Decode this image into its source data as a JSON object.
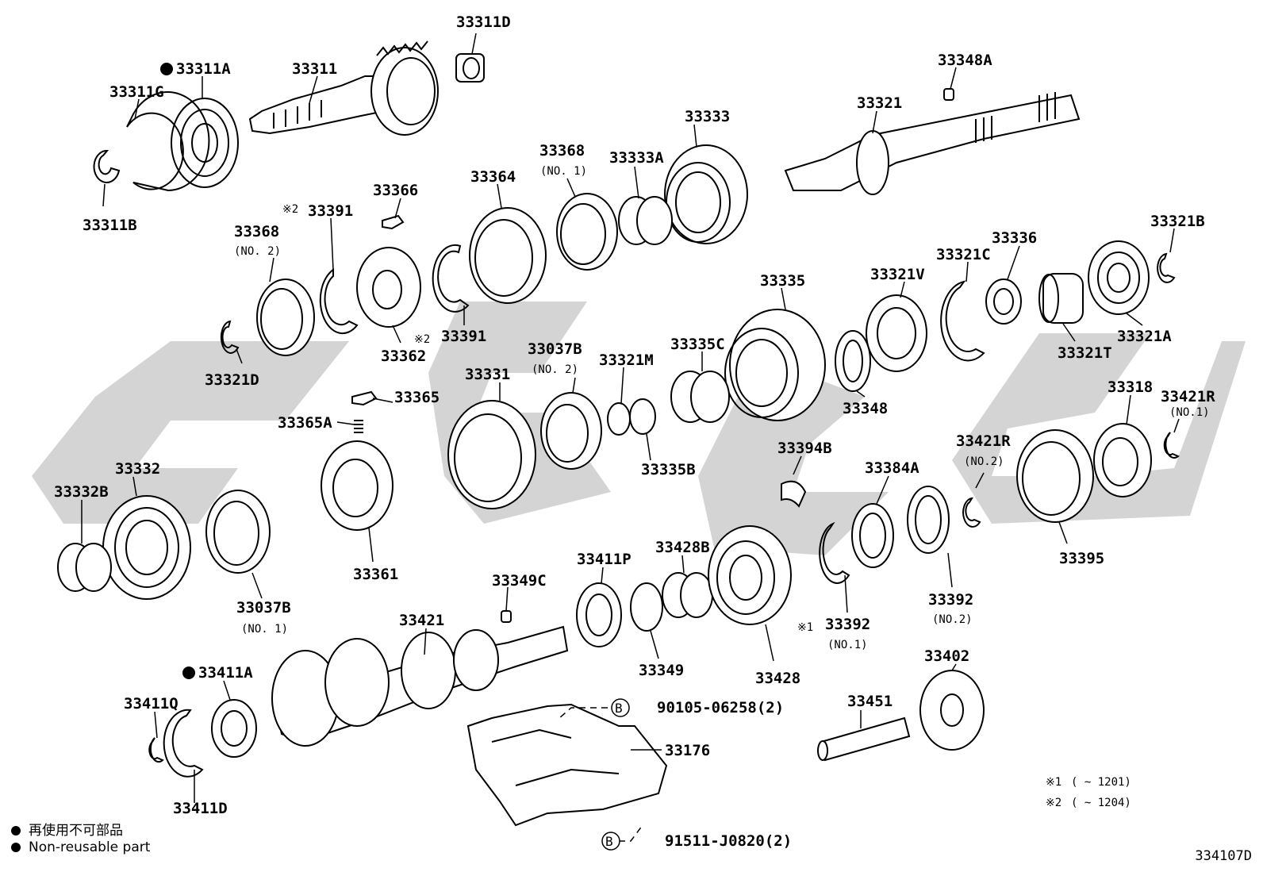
{
  "diagram_code": "334107D",
  "legend": [
    {
      "text": "再使用不可部品"
    },
    {
      "text": "Non-reusable part"
    }
  ],
  "notes": [
    {
      "mark": "※1",
      "text": "(        ~ 1201)"
    },
    {
      "mark": "※2",
      "text": "(        ~ 1204)"
    }
  ],
  "callouts": [
    {
      "circle": "B",
      "part": "90105-06258(2)"
    },
    {
      "circle": "B",
      "part": "91511-J0820(2)"
    }
  ],
  "parts": [
    {
      "id": "33311D"
    },
    {
      "id": "33311A",
      "nonreusable": true
    },
    {
      "id": "33311"
    },
    {
      "id": "33311G"
    },
    {
      "id": "33311B"
    },
    {
      "id": "33348A"
    },
    {
      "id": "33321"
    },
    {
      "id": "33333"
    },
    {
      "id": "33368",
      "sub": "(NO. 1)"
    },
    {
      "id": "33333A"
    },
    {
      "id": "33366"
    },
    {
      "id": "33364"
    },
    {
      "id": "33391",
      "mark": "※2"
    },
    {
      "id": "33368",
      "sub": "(NO. 2)"
    },
    {
      "id": "33321B"
    },
    {
      "id": "33336"
    },
    {
      "id": "33321C"
    },
    {
      "id": "33335"
    },
    {
      "id": "33321V"
    },
    {
      "id": "33391",
      "mark": "※2"
    },
    {
      "id": "33362"
    },
    {
      "id": "33321D"
    },
    {
      "id": "33321A"
    },
    {
      "id": "33321T"
    },
    {
      "id": "33037B",
      "sub": "(NO. 2)"
    },
    {
      "id": "33321M"
    },
    {
      "id": "33335C"
    },
    {
      "id": "33331"
    },
    {
      "id": "33365"
    },
    {
      "id": "33348"
    },
    {
      "id": "33318"
    },
    {
      "id": "33421R",
      "sub": "(NO.1)"
    },
    {
      "id": "33365A"
    },
    {
      "id": "33335B"
    },
    {
      "id": "33394B"
    },
    {
      "id": "33421R",
      "sub": "(NO.2)"
    },
    {
      "id": "33332"
    },
    {
      "id": "33384A"
    },
    {
      "id": "33332B"
    },
    {
      "id": "33428B"
    },
    {
      "id": "33411P"
    },
    {
      "id": "33395"
    },
    {
      "id": "33361"
    },
    {
      "id": "33349C"
    },
    {
      "id": "33037B",
      "sub": "(NO. 1)"
    },
    {
      "id": "33392",
      "sub": "(NO.2)"
    },
    {
      "id": "33421"
    },
    {
      "id": "33392",
      "sub": "(NO.1)",
      "mark": "※1"
    },
    {
      "id": "33349"
    },
    {
      "id": "33428"
    },
    {
      "id": "33402"
    },
    {
      "id": "33411A",
      "nonreusable": true
    },
    {
      "id": "33451"
    },
    {
      "id": "33411Q"
    },
    {
      "id": "33176"
    },
    {
      "id": "33411D"
    }
  ]
}
